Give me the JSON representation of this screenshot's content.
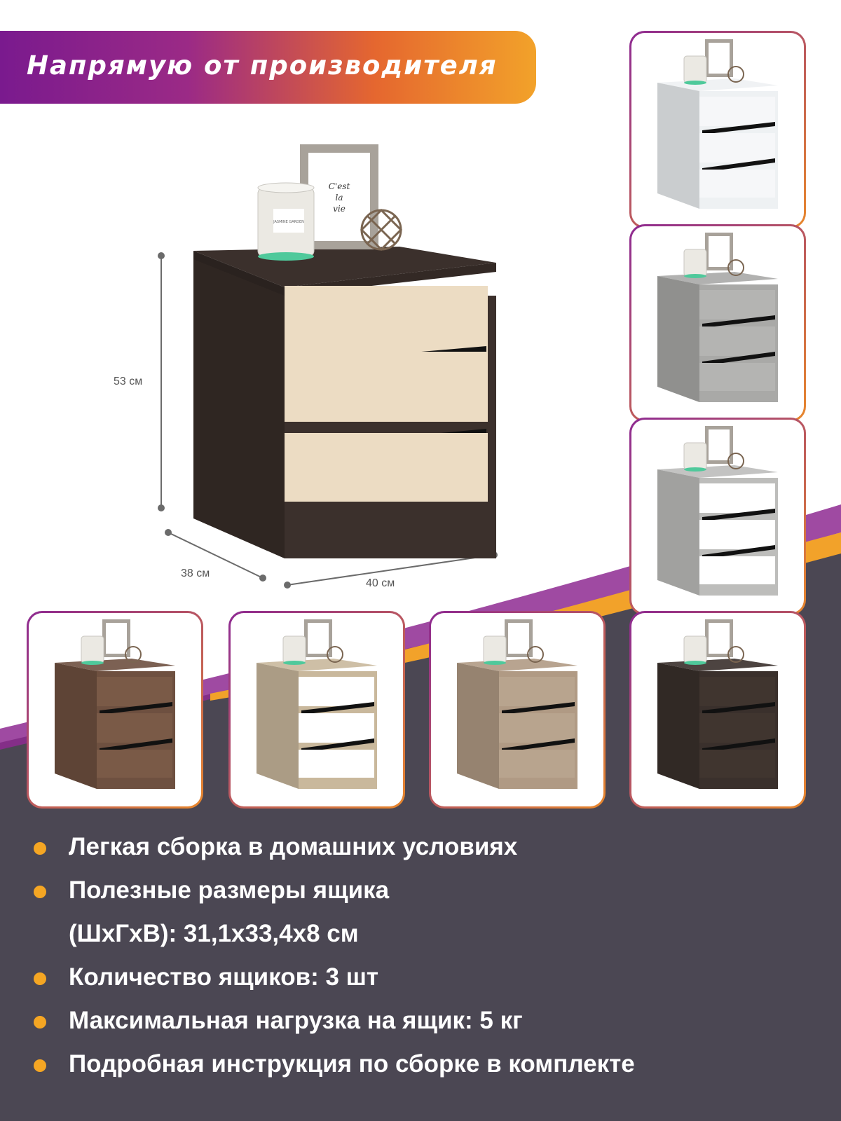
{
  "banner": {
    "text": "Напрямую от производителя"
  },
  "dimensions": {
    "height": "53 см",
    "depth": "38 см",
    "width": "40 см"
  },
  "main_product": {
    "frame_text": "C'est la vie",
    "candle_label": "JASMINE GARDEN",
    "body_color": "#3b302c",
    "drawer_color": "#ecdcc3"
  },
  "variants": [
    {
      "body": "#eef1f3",
      "drawers": "#f6f7f9"
    },
    {
      "body": "#a9a9a7",
      "drawers": "#b4b4b2"
    },
    {
      "body": "#bdbdbb",
      "drawers": "#ffffff"
    },
    {
      "body": "#6e5040",
      "drawers": "#7a5a47"
    },
    {
      "body": "#c9b89c",
      "drawers": "#ffffff"
    },
    {
      "body": "#b09a84",
      "drawers": "#b8a48e"
    },
    {
      "body": "#3a302c",
      "drawers": "#40352f"
    }
  ],
  "features": [
    {
      "text": "Легкая сборка в домашних условиях"
    },
    {
      "text": "Полезные размеры ящика",
      "cont": "(ШхГхВ): 31,1х33,4х8 см"
    },
    {
      "text": "Количество ящиков: 3 шт"
    },
    {
      "text": "Максимальная нагрузка на ящик: 5 кг"
    },
    {
      "text": "Подробная инструкция по сборке в комплекте"
    }
  ],
  "colors": {
    "accent": "#f5a623",
    "dark_bg": "#4b4753",
    "purple": "#8e2a92"
  }
}
